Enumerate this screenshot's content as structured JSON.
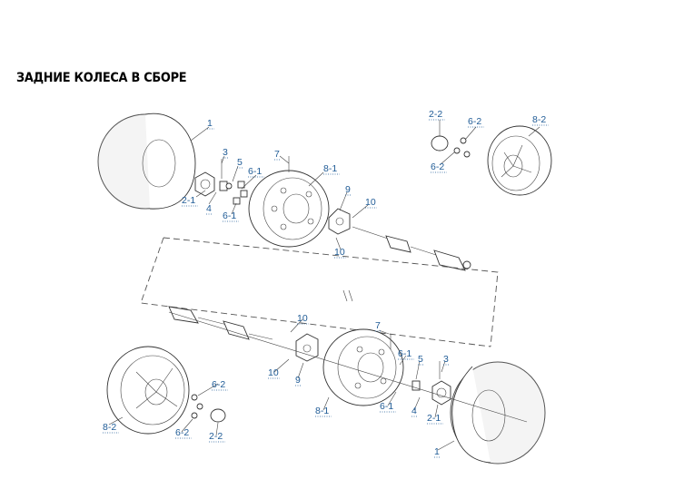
{
  "title": "ЗАДНИЕ КОЛЕСА В СБОРЕ",
  "callouts": {
    "top_left": [
      "1",
      "3",
      "5",
      "6-1",
      "7",
      "8-1",
      "2-1",
      "4",
      "6-1",
      "9",
      "10",
      "10"
    ],
    "top_right": [
      "2-2",
      "6-2",
      "8-2",
      "6-2"
    ],
    "bottom_center": [
      "10",
      "7",
      "6-1",
      "5",
      "3",
      "10",
      "9",
      "8-1",
      "6-1",
      "4",
      "2-1",
      "1"
    ],
    "bottom_left": [
      "6-2",
      "8-2",
      "6-2",
      "2-2"
    ]
  },
  "colors": {
    "callout": "#1f5b96",
    "line": "#333333"
  }
}
